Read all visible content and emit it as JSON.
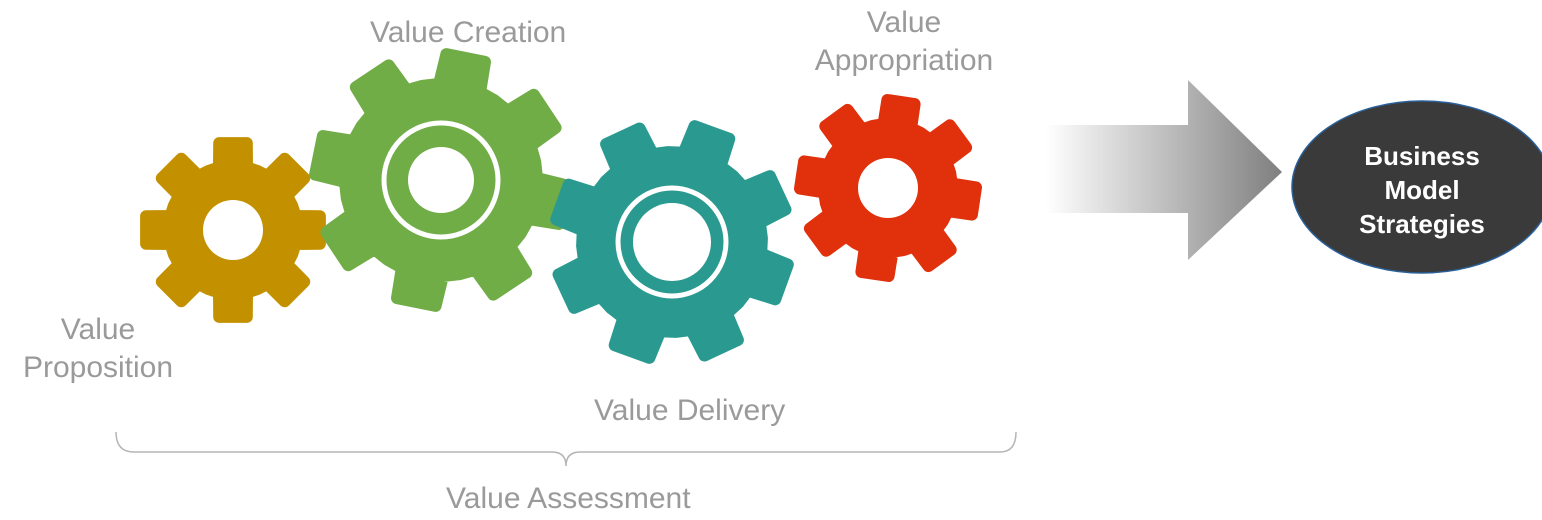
{
  "gears": [
    {
      "id": "value-proposition",
      "label_lines": [
        "Value",
        "Proposition"
      ],
      "color": "#c39100",
      "double_ring": false
    },
    {
      "id": "value-creation",
      "label_lines": [
        "Value Creation"
      ],
      "color": "#70ad47",
      "double_ring": true
    },
    {
      "id": "value-delivery",
      "label_lines": [
        "Value Delivery"
      ],
      "color": "#2a9a90",
      "double_ring": true
    },
    {
      "id": "value-appropriation",
      "label_lines": [
        "Value",
        "Appropriation"
      ],
      "color": "#e0300c",
      "double_ring": false
    }
  ],
  "bracket_label": "Value Assessment",
  "arrow": {
    "gradient_start": "#ffffff",
    "gradient_end": "#7f7f7f"
  },
  "outcome": {
    "label_lines": [
      "Business",
      "Model",
      "Strategies"
    ],
    "fill": "#3a3a3a",
    "stroke": "#2a6099"
  },
  "label_color": "#9a9a9a"
}
